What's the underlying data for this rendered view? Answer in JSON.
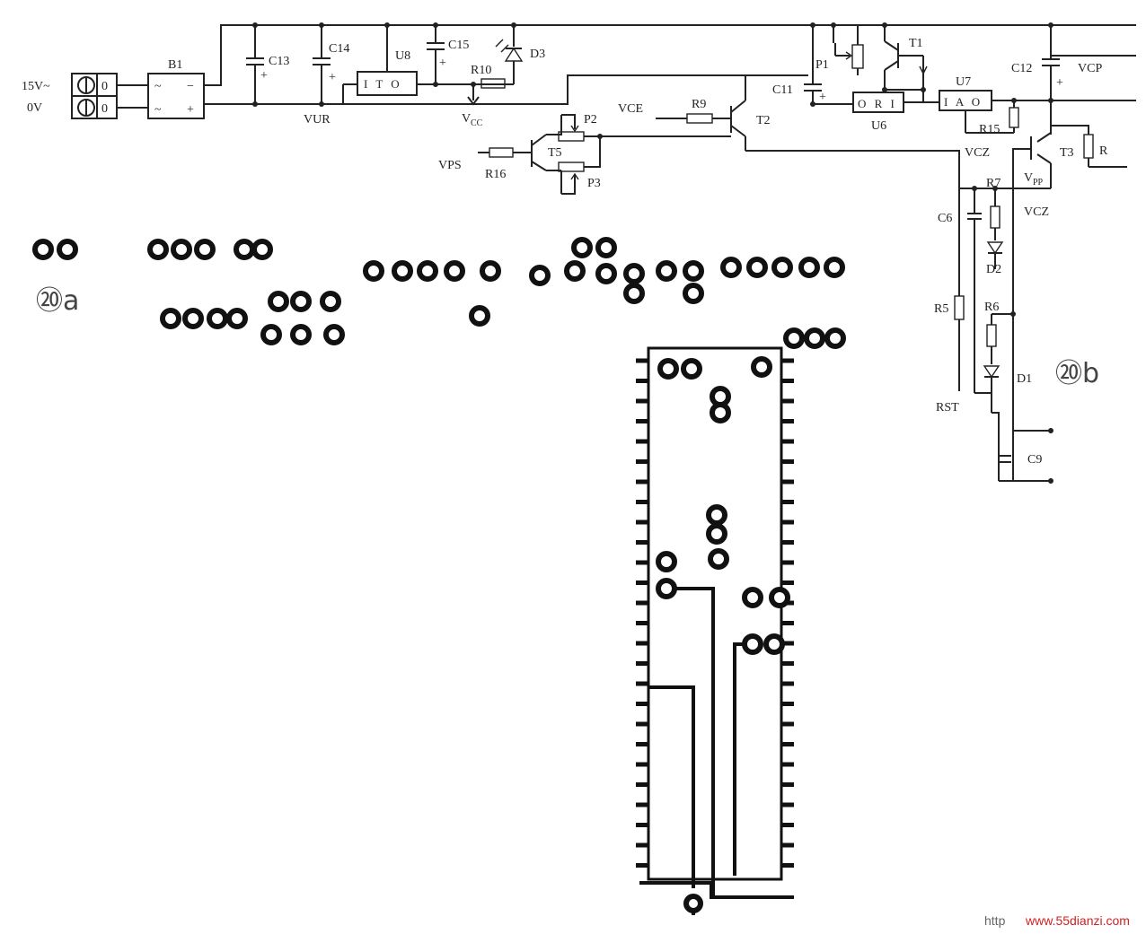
{
  "figure_labels": {
    "a": "⑳a",
    "b": "⑳b"
  },
  "inputs": {
    "v15": "15V~",
    "v0": "0V"
  },
  "components": {
    "B1": "B1",
    "C13": "C13",
    "C14": "C14",
    "U8": "U8",
    "U8_pins": "I T O",
    "C15": "C15",
    "D3": "D3",
    "R10": "R10",
    "P1": "P1",
    "T1": "T1",
    "C11": "C11",
    "U6": "U6",
    "U6_pins": "O R I",
    "U7": "U7",
    "U7_pins": "I A O",
    "C12": "C12",
    "VCP": "VCP",
    "R15": "R15",
    "R9": "R9",
    "T2": "T2",
    "P2": "P2",
    "P3": "P3",
    "T5": "T5",
    "R16": "R16",
    "T3": "T3",
    "R": "R",
    "R7": "R7",
    "C6": "C6",
    "D2": "D2",
    "R5": "R5",
    "R6": "R6",
    "D1": "D1",
    "C9": "C9"
  },
  "nets": {
    "VUR": "VUR",
    "VCC": "V",
    "VCC_sub": "CC",
    "VCE": "VCE",
    "VPS": "VPS",
    "VCZ1": "VCZ",
    "VCZ2": "VCZ",
    "VPP": "V",
    "VPP_sub": "PP",
    "RST": "RST"
  },
  "rectifier": {
    "tl": "~",
    "tr": "−",
    "bl": "~",
    "br": "+"
  },
  "terminal_marks": [
    "0",
    "0"
  ],
  "watermark": {
    "prefix": "http",
    "site": "www.55dianzi.com"
  },
  "colors": {
    "ink": "#222222",
    "watermark_red": "#cc2222"
  }
}
